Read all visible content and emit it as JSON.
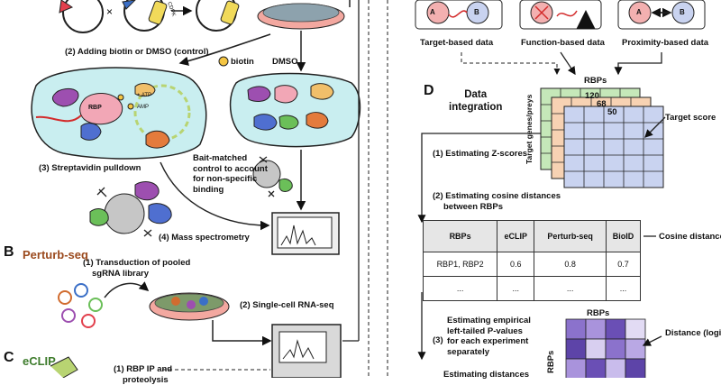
{
  "top_left": {
    "step2": "(2) Adding biotin or DMSO (control)",
    "biotin": "biotin",
    "dmso": "DMSO",
    "rbp": "RBP",
    "atp": "+ ATP",
    "amp": "AMP",
    "step3": "(3) Streptavidin pulldown",
    "bait_control": [
      "Bait-matched",
      "control to account",
      "for non-specific",
      "binding"
    ],
    "step4": "(4) Mass spectrometry",
    "plasmid_label": "CDPK"
  },
  "panel_b": {
    "letter": "B",
    "name": "Perturb-seq",
    "step1": [
      "(1) Transduction of pooled",
      "sgRNA library"
    ],
    "step2": "(2) Single-cell RNA-seq"
  },
  "panel_c": {
    "letter": "C",
    "name": "eCLIP",
    "step1": [
      "(1) RBP IP and",
      "proteolysis"
    ]
  },
  "top_right": {
    "a": "A",
    "b": "B",
    "target": "Target-based data",
    "function": "Function-based data",
    "proximity": "Proximity-based data"
  },
  "panel_d": {
    "letter": "D",
    "title": [
      "Data",
      "integration"
    ],
    "rbps_label": "RBPs",
    "stack_numbers": [
      "120",
      "68",
      "50"
    ],
    "y_label": "Target genes/preys",
    "target_score": "Target score",
    "step1": "(1)  Estimating Z-scores",
    "step2": [
      "(2)  Estimating cosine distances",
      "between RBPs"
    ],
    "cosine_distance": "Cosine distance",
    "table": {
      "headers": [
        "RBPs",
        "eCLIP",
        "Perturb-seq",
        "BioID"
      ],
      "rows": [
        [
          "RBP1, RBP2",
          "0.6",
          "0.8",
          "0.7"
        ],
        [
          "...",
          "...",
          "...",
          "..."
        ]
      ]
    },
    "step3": [
      "Estimating empirical",
      "left-tailed P-values",
      "for each experiment",
      "separately"
    ],
    "step3_num": "(3)",
    "heat_top": "RBPs",
    "heat_side": "RBPs",
    "distance_logit": "Distance (logitp)",
    "step4_partial": "Estimating distances"
  },
  "colors": {
    "petri": "#f3a8a0",
    "cell_bg": "#c9eef0",
    "grid_blue": "#c9d3f0",
    "grid_green": "#c5e8b9",
    "grid_peach": "#f7d2b3",
    "heat_dark": "#6a4fb5",
    "heat_light": "#d8cff0",
    "panel_letter_b": "#9b4a1e",
    "panel_letter_c": "#3f7d2e"
  }
}
